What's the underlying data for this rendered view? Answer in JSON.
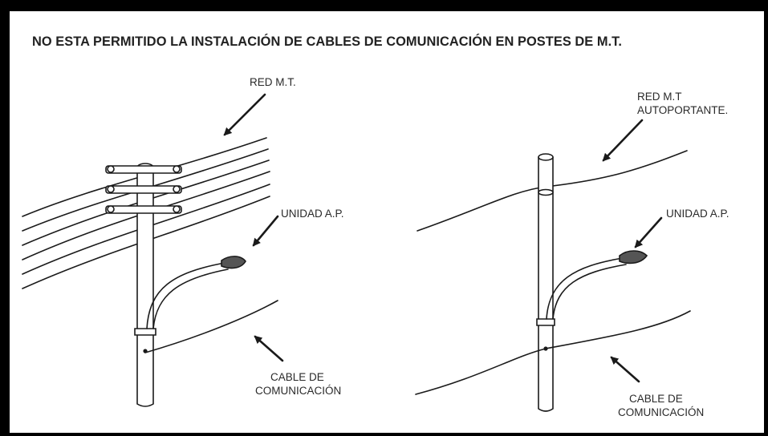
{
  "title": "NO ESTA PERMITIDO LA INSTALACIÓN DE CABLES DE COMUNICACIÓN EN POSTES DE M.T.",
  "left_diagram": {
    "red_label": "RED M.T.",
    "unidad_label": "UNIDAD A.P.",
    "cable_label_line1": "CABLE DE",
    "cable_label_line2": "COMUNICACIÓN"
  },
  "right_diagram": {
    "red_label_line1": "RED M.T",
    "red_label_line2": "AUTOPORTANTE.",
    "unidad_label": "UNIDAD A.P.",
    "cable_label_line1": "CABLE DE",
    "cable_label_line2": "COMUNICACIÓN"
  },
  "colors": {
    "frame": "#000000",
    "background": "#ffffff",
    "line": "#1a1a1a",
    "lamp": "#555555"
  }
}
